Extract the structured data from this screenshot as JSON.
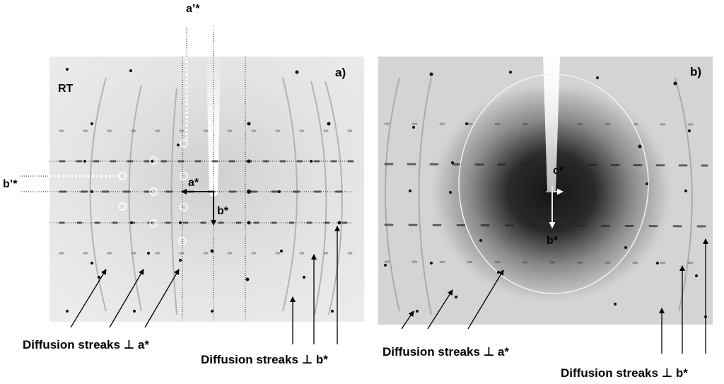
{
  "panel_a": {
    "letter": "a)",
    "temperature": "RT",
    "axes": {
      "a_prime_star": "a’*",
      "b_prime_star": "b’*",
      "a_star": "a*",
      "b_star": "b*"
    },
    "caption_left": "Diffusion streaks ⊥ a*",
    "caption_right": "Diffusion streaks ⊥ b*"
  },
  "panel_b": {
    "letter": "b)",
    "axes": {
      "c_star": "c*",
      "b_star": "b*"
    },
    "caption_left": "Diffusion streaks ⊥ a*",
    "caption_right": "Diffusion streaks ⊥ b*"
  },
  "colors": {
    "panel_a_background": "#e6e6e6",
    "panel_b_background": "#d6d6d6",
    "panel_b_center": "#1c1c1c",
    "arrow": "#000000"
  }
}
